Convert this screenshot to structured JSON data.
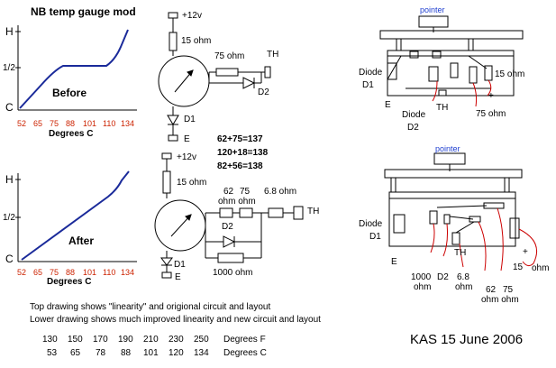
{
  "title": "NB temp gauge mod",
  "graph_top": {
    "y_labels": [
      "H",
      "1/2",
      "C"
    ],
    "x_ticks": [
      "52",
      "65",
      "75",
      "88",
      "101",
      "110",
      "134"
    ],
    "x_label": "Degrees C",
    "caption": "Before"
  },
  "graph_bottom": {
    "y_labels": [
      "H",
      "1/2",
      "C"
    ],
    "x_ticks": [
      "52",
      "65",
      "75",
      "88",
      "101",
      "110",
      "134"
    ],
    "x_label": "Degrees C",
    "caption": "After"
  },
  "circuit_top": {
    "supply": "+12v",
    "r_series": "15 ohm",
    "r_parallel": "75 ohm",
    "sender": "TH",
    "diode_parallel": "D2",
    "diode_ground": "D1",
    "ground": "E"
  },
  "sums": [
    "62+75=137",
    "120+18=138",
    "82+56=138"
  ],
  "circuit_bottom": {
    "supply": "+12v",
    "r_series": "15 ohm",
    "r_62": "62",
    "r_75": "75",
    "r_62_unit": "ohm ohm",
    "r_68": "6.8 ohm",
    "sender": "TH",
    "diode_parallel": "D2",
    "r_1000": "1000 ohm",
    "diode_ground": "D1",
    "ground": "E"
  },
  "layout_top": {
    "pointer": "pointer",
    "diode_label": "Diode",
    "d1": "D1",
    "e": "E",
    "diode_label_2": "Diode",
    "d2": "D2",
    "th": "TH",
    "r75": "75 ohm",
    "r15": "15 ohm",
    "plus": "+"
  },
  "layout_bottom": {
    "pointer": "pointer",
    "diode_label": "Diode",
    "d1": "D1",
    "e": "E",
    "th": "TH",
    "r1000": "1000",
    "r1000_unit": "ohm",
    "d2": "D2",
    "r68": "6.8",
    "r68_unit": "ohm",
    "r62": "62",
    "r75": "75",
    "r62_unit": "ohm ohm",
    "r15": "15",
    "r15_unit": "ohm",
    "plus": "+"
  },
  "notes": [
    "Top drawing shows \"linearity\" and origional circuit and layout",
    "Lower drawing shows much improved linearity and new circuit and layout"
  ],
  "conversion": {
    "fahrenheit": [
      "130",
      "150",
      "170",
      "190",
      "210",
      "230",
      "250"
    ],
    "fahrenheit_label": "Degrees F",
    "celsius": [
      "53",
      "65",
      "78",
      "88",
      "101",
      "120",
      "134"
    ],
    "celsius_label": "Degrees C"
  },
  "credit": "KAS 15 June 2006",
  "colors": {
    "curve": "#1a2a9a",
    "tick_text": "#cc2200",
    "annotation": "#1f3fd0",
    "lead": "#cc0000"
  }
}
